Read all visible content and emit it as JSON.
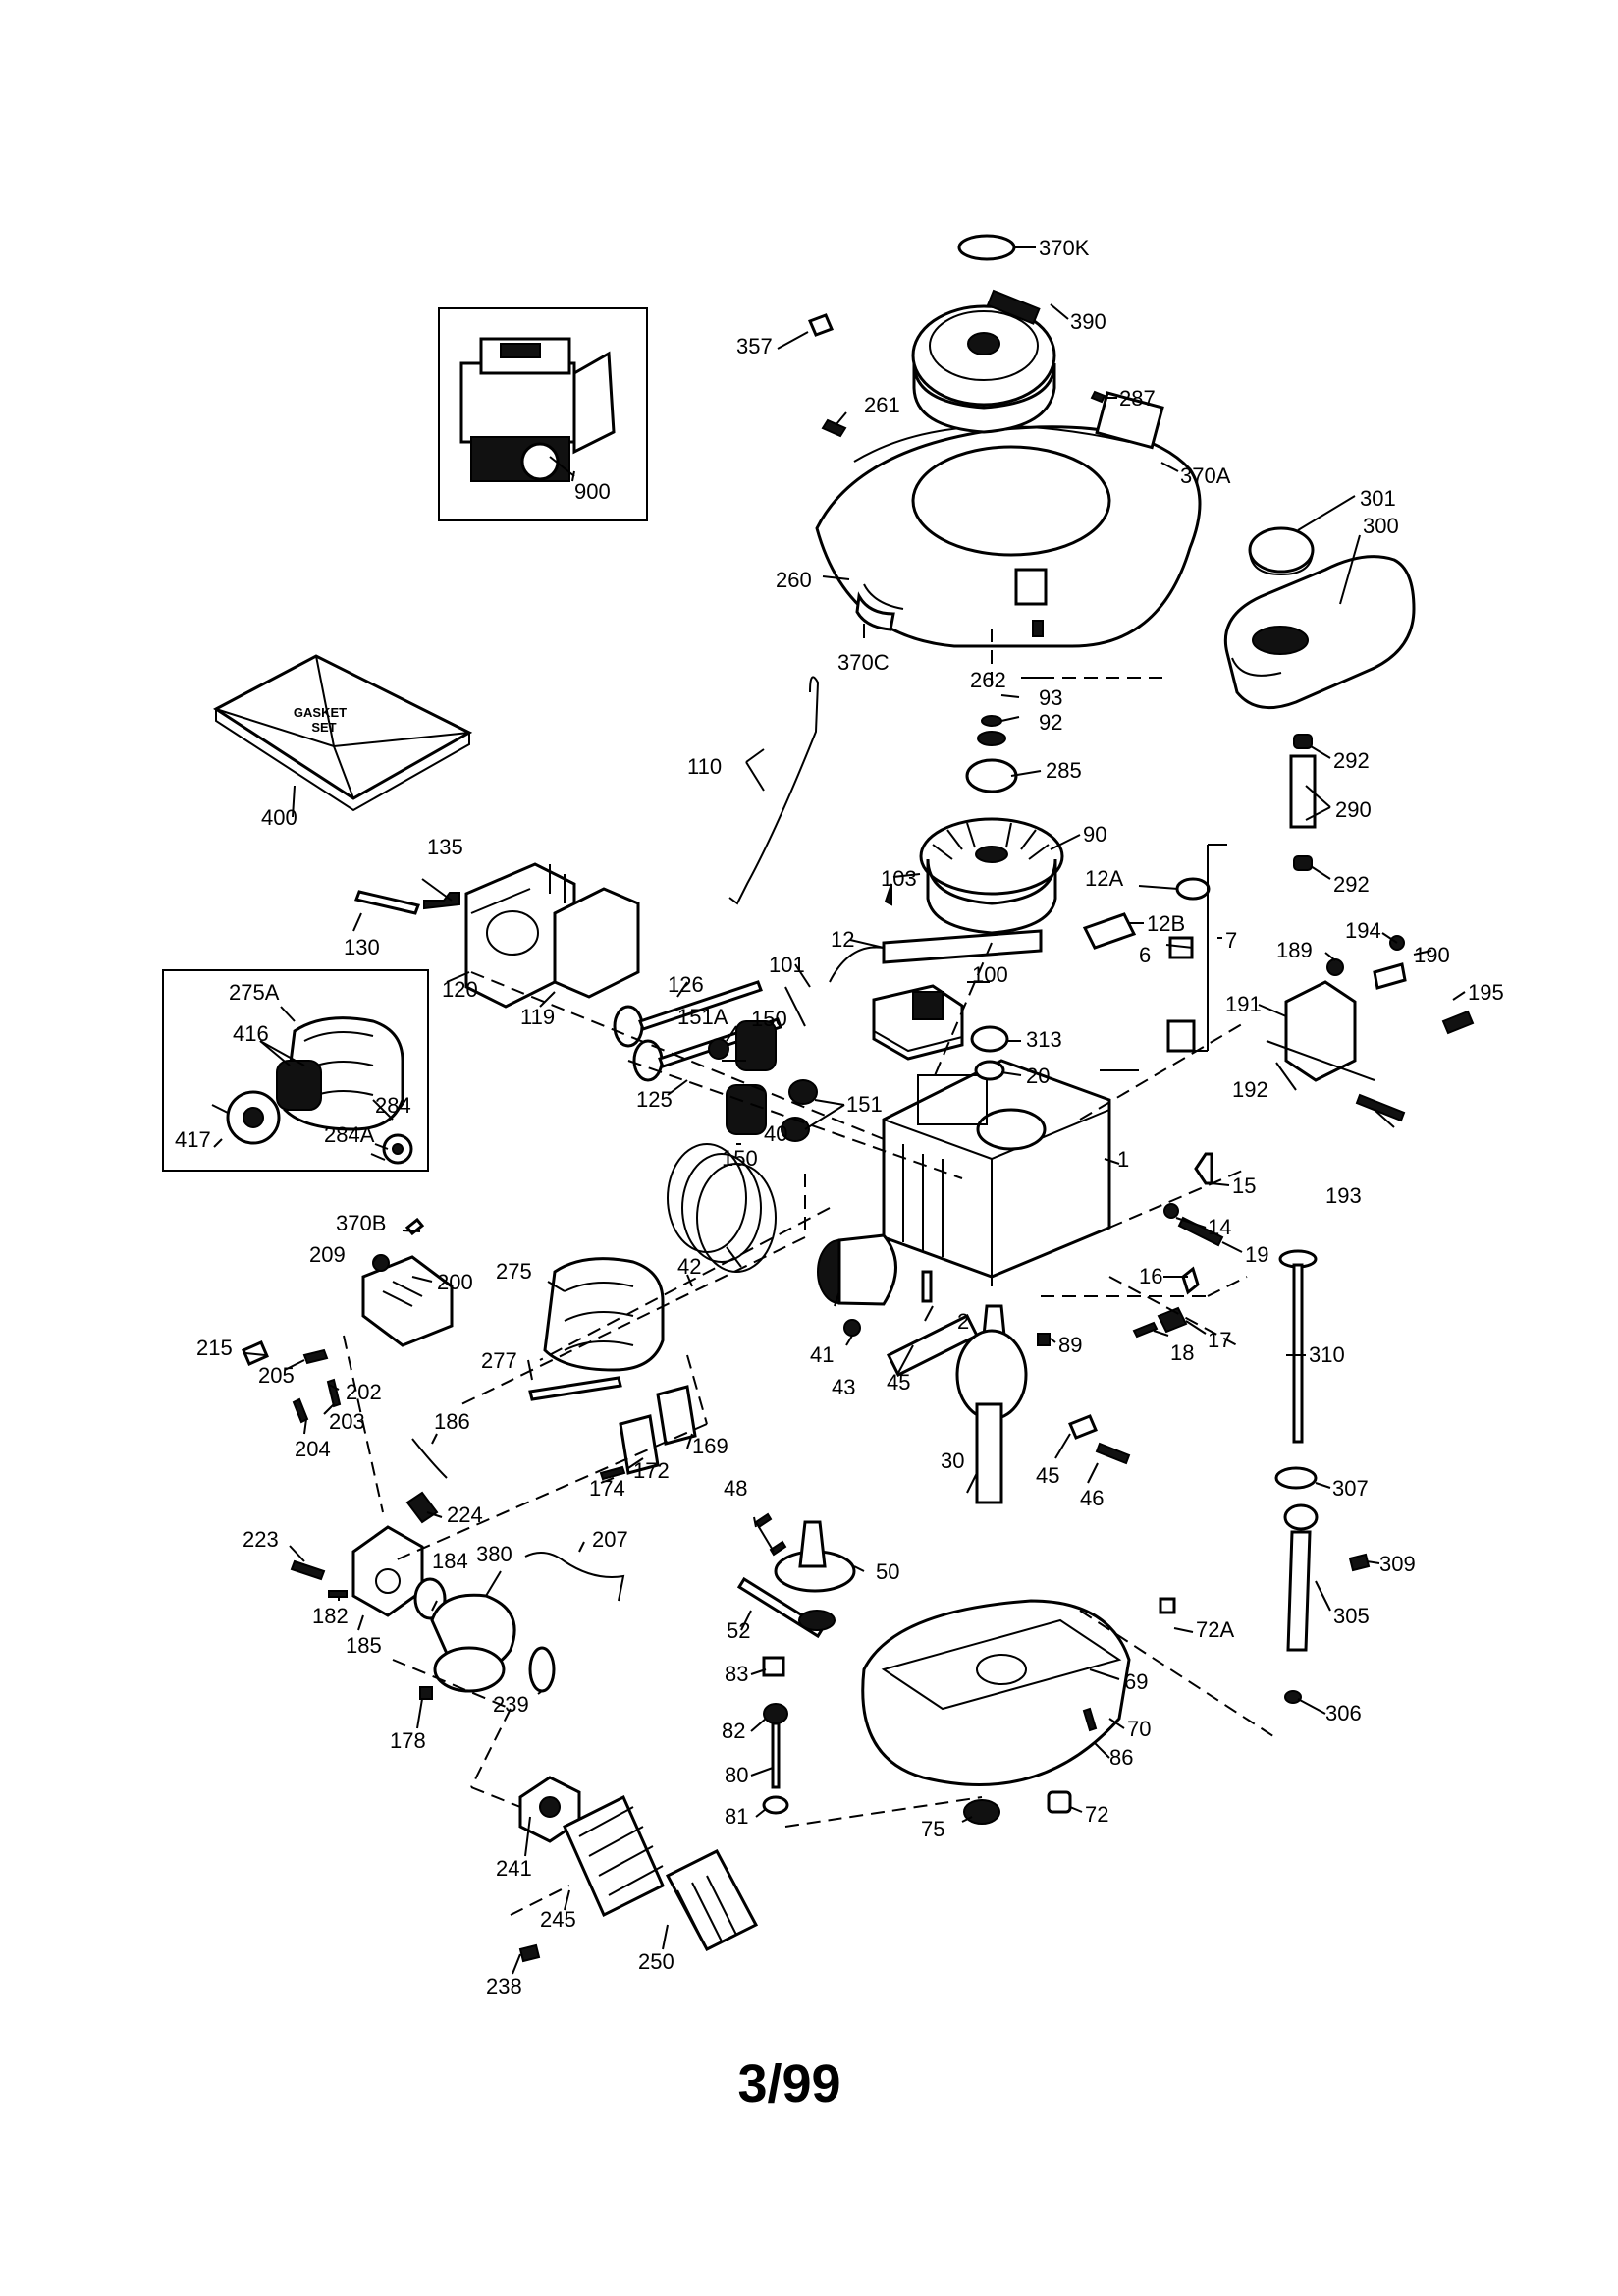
{
  "page_code": "3/99",
  "gasket_set_text": [
    "GASKET",
    "SET"
  ],
  "callouts": {
    "c370K": "370K",
    "c390": "390",
    "c357": "357",
    "c261": "261",
    "c287": "287",
    "c370A": "370A",
    "c900": "900",
    "c301": "301",
    "c300": "300",
    "c260": "260",
    "c370C": "370C",
    "c262": "262",
    "c93": "93",
    "c92": "92",
    "c292a": "292",
    "c400": "400",
    "c110": "110",
    "c285": "285",
    "c290": "290",
    "c90": "90",
    "c135": "135",
    "c103": "103",
    "c12A": "12A",
    "c292b": "292",
    "c130": "130",
    "c12": "12",
    "c12B": "12B",
    "c7": "7",
    "c194": "194",
    "c189": "189",
    "c190": "190",
    "c6": "6",
    "c195": "195",
    "c275A": "275A",
    "c126": "126",
    "c101": "101",
    "c100": "100",
    "c191": "191",
    "c120": "120",
    "c151A": "151A",
    "c150a": "150",
    "c416": "416",
    "c119": "119",
    "c313": "313",
    "c20": "20",
    "c192": "192",
    "c151": "151",
    "c417": "417",
    "c284": "284",
    "c284A": "284A",
    "c125": "125",
    "c1": "1",
    "c40": "40",
    "c150b": "150",
    "c193": "193",
    "c15": "15",
    "c370B": "370B",
    "c14": "14",
    "c209": "209",
    "c19": "19",
    "c42": "42",
    "c275": "275",
    "c200": "200",
    "c16": "16",
    "c2": "2",
    "c310": "310",
    "c215": "215",
    "c89": "89",
    "c17": "17",
    "c18": "18",
    "c41": "41",
    "c277": "277",
    "c205": "205",
    "c43": "43",
    "c45a": "45",
    "c202": "202",
    "c203": "203",
    "c204": "204",
    "c186": "186",
    "c169": "169",
    "c30": "30",
    "c45b": "45",
    "c172": "172",
    "c307": "307",
    "c46": "46",
    "c174": "174",
    "c48": "48",
    "c224": "224",
    "c223": "223",
    "c207": "207",
    "c184": "184",
    "c380": "380",
    "c50": "50",
    "c309": "309",
    "c182": "182",
    "c185": "185",
    "c52": "52",
    "c72A": "72A",
    "c305": "305",
    "c83": "83",
    "c69": "69",
    "c239": "239",
    "c178": "178",
    "c306": "306",
    "c82": "82",
    "c70": "70",
    "c80": "80",
    "c86": "86",
    "c81": "81",
    "c75": "75",
    "c72": "72",
    "c241": "241",
    "c245": "245",
    "c250": "250",
    "c238": "238"
  }
}
